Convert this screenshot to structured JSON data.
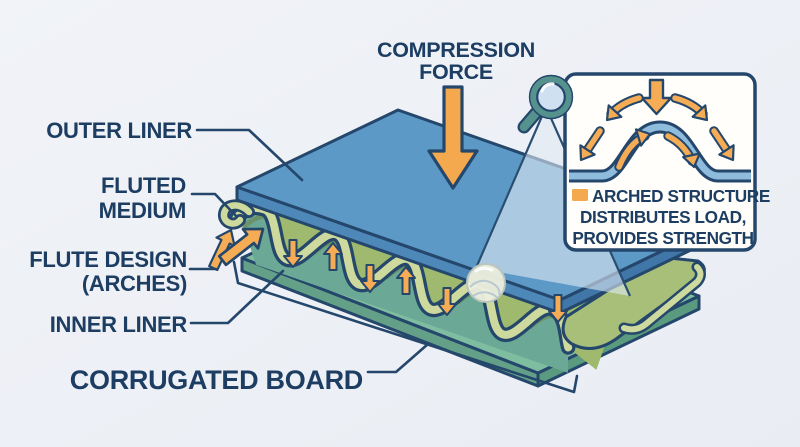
{
  "labels": {
    "outer_liner": "OUTER LINER",
    "fluted_medium": [
      "FLUTED",
      "MEDIUM"
    ],
    "flute_design": [
      "FLUTE DESIGN",
      "(ARCHES)"
    ],
    "inner_liner": "INNER LINER",
    "corrugated_board": "CORRUGATED BOARD",
    "compression_force": [
      "COMPRESSION",
      "FORCE"
    ]
  },
  "inset": {
    "legend": [
      "ARCHED STRUCTURE",
      "DISTRIBUTES LOAD,",
      "PROVIDES STRENGTH"
    ]
  },
  "colors": {
    "navy_text": "#1d3e62",
    "outline": "#24476b",
    "orange": "#f5a94e",
    "outer_liner_blue": "#5d99c6",
    "fluted_green": "#9fb96f",
    "flute_band": "#cdd99d",
    "inner_liner_teal": "#7fbda1",
    "background": "#eef0f5",
    "inset_wave_blue": "#8fbcdc"
  },
  "icons": {
    "compression_arrow": "large-down-arrow",
    "magnifier": "magnifying-glass",
    "load_arrows": "orange-load-distribution-arrows",
    "callout_sphere": "lens-sphere"
  }
}
